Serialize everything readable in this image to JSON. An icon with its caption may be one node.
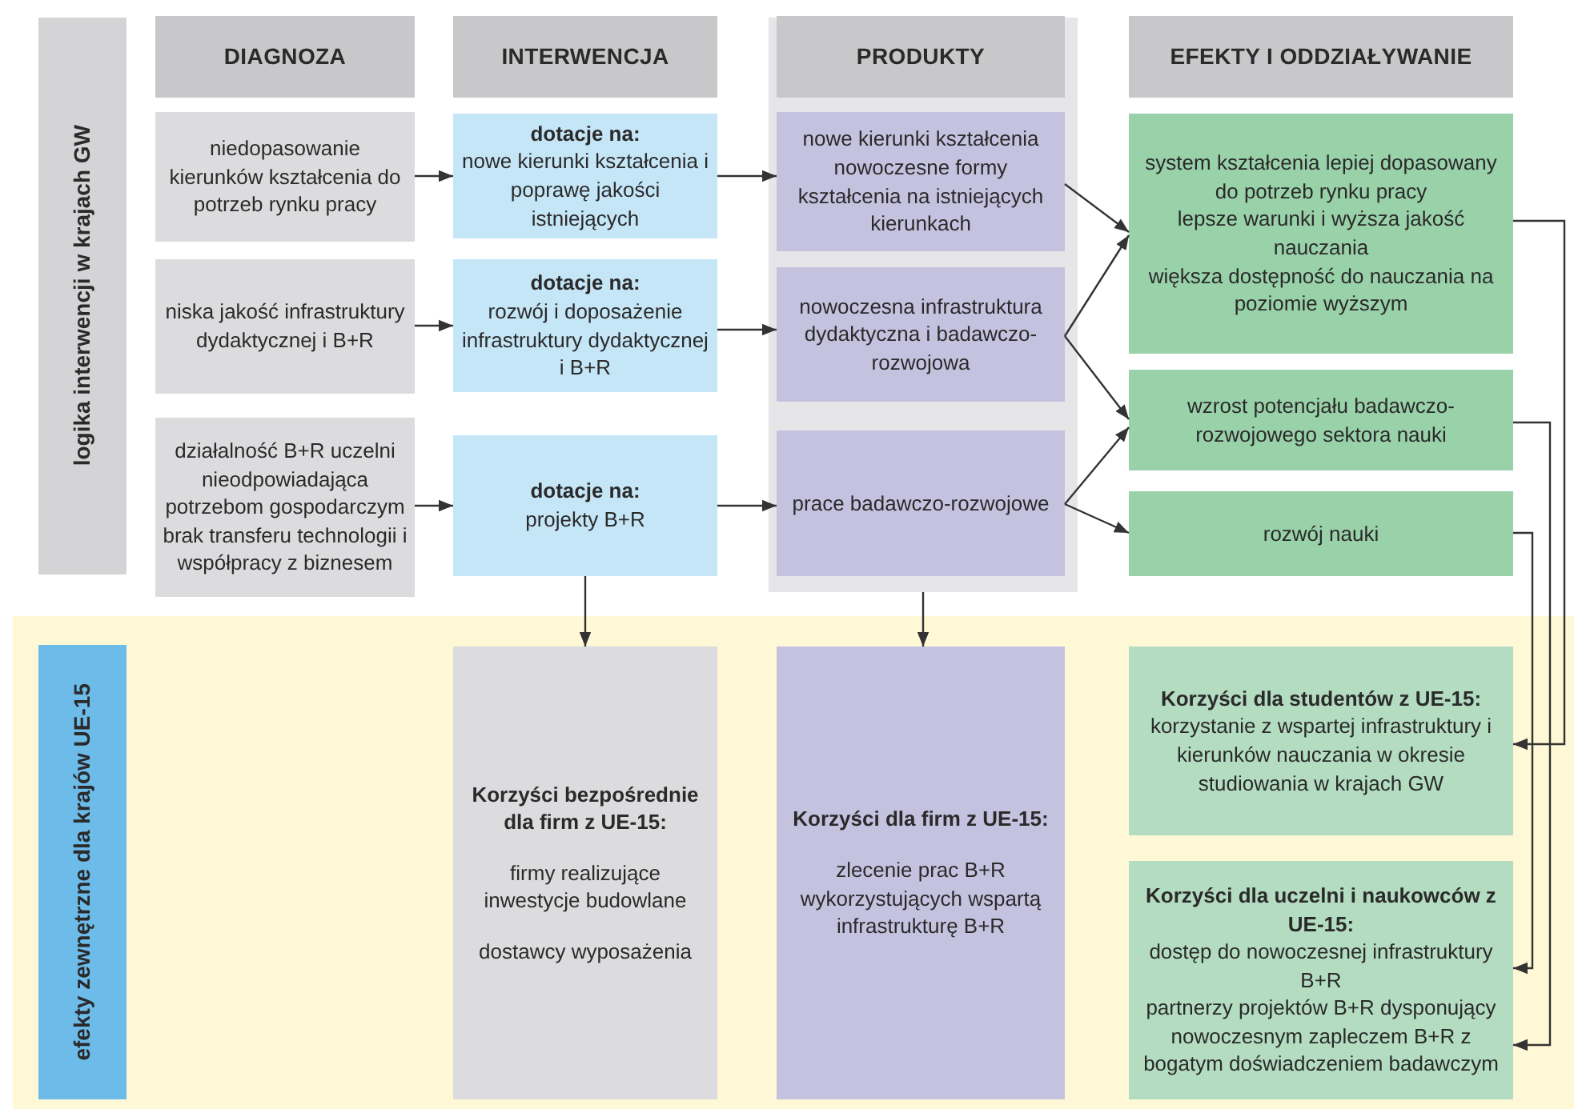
{
  "diagram": {
    "nodes": [
      {
        "text": [
          "logika interwencji w krajach GW"
        ]
      },
      {
        "text": [
          "DIAGNOZA"
        ]
      },
      {
        "text": [
          "INTERWENCJA"
        ]
      },
      {
        "text": [],
        "shape": "box"
      },
      {
        "text": [
          "PRODUKTY"
        ],
        "in": 3
      },
      {
        "text": [
          "EFEKTY I ODDZIAŁYWANIE"
        ]
      },
      {
        "text": [
          "niedopasowanie kierunków kształcenia do potrzeb rynku pracy"
        ]
      },
      {
        "text": [
          "dotacje na:",
          "nowe kierunki kształcenia i poprawę jakości istniejących"
        ]
      },
      {
        "text": [
          "nowe kierunki kształcenia",
          "nowoczesne formy kształcenia na istniejących kierunkach"
        ],
        "in": 3
      },
      {
        "text": [
          "system kształcenia lepiej dopasowany do potrzeb rynku pracy",
          "lepsze warunki i wyższa jakość nauczania",
          "większa dostępność do nauczania na poziomie wyższym"
        ]
      },
      {
        "text": [
          "niska jakość infrastruktury dydaktycznej i B+R"
        ]
      },
      {
        "text": [
          "dotacje na:",
          "rozwój i doposażenie infrastruktury dydaktycznej i B+R"
        ]
      },
      {
        "text": [
          "nowoczesna infrastruktura dydaktyczna i badawczo-rozwojowa"
        ],
        "in": 3
      },
      {
        "text": [
          "wzrost potencjału badawczo-rozwojowego sektora nauki"
        ]
      },
      {
        "text": [
          "działalność B+R uczelni nieodpowiadająca potrzebom gospodarczym",
          "brak transferu technologii i współpracy z biznesem"
        ]
      },
      {
        "text": [
          "dotacje na:",
          "projekty B+R"
        ]
      },
      {
        "text": [
          "prace badawczo-rozwojowe"
        ],
        "in": 3
      },
      {
        "text": [
          "rozwój nauki"
        ]
      },
      {
        "text": [
          "efekty zewnętrzne dla krajów UE-15"
        ]
      },
      {
        "text": [
          "Korzyści bezpośrednie dla firm z UE-15:",
          "firmy realizujące inwestycje budowlane",
          "dostawcy wyposażenia"
        ]
      },
      {
        "text": [
          "Korzyści dla firm z UE-15:",
          "zlecenie prac B+R wykorzystujących wspartą infrastrukturę B+R"
        ]
      },
      {
        "text": [
          "Korzyści dla studentów z UE-15:",
          "korzystanie z wspartej infrastruktury i kierunków nauczania w okresie studiowania w krajach GW"
        ]
      },
      {
        "text": [
          "Korzyści dla uczelni i naukowców z UE-15:",
          "dostęp do nowoczesnej infrastruktury B+R",
          "partnerzy projektów B+R dysponujący nowoczesnym zapleczem B+R z bogatym doświadczeniem badawczym"
        ]
      }
    ],
    "edges": [
      {
        "from": 6,
        "to": 7,
        "arrow": "to"
      },
      {
        "from": 7,
        "to": 8,
        "arrow": "to"
      },
      {
        "from": 10,
        "to": 11,
        "arrow": "to"
      },
      {
        "from": 11,
        "to": 12,
        "arrow": "to"
      },
      {
        "from": 14,
        "to": 15,
        "arrow": "to"
      },
      {
        "from": 15,
        "to": 16,
        "arrow": "to"
      },
      {
        "from": 8,
        "to": 9,
        "arrow": "to"
      },
      {
        "from": 12,
        "to": 9,
        "arrow": "to"
      },
      {
        "from": 12,
        "to": 13,
        "arrow": "to"
      },
      {
        "from": 16,
        "to": 13,
        "arrow": "to"
      },
      {
        "from": 16,
        "to": 17,
        "arrow": "to"
      },
      {
        "from": 15,
        "to": 19,
        "arrow": "to"
      },
      {
        "from": 3,
        "to": 20,
        "arrow": "to"
      },
      {
        "from": 9,
        "to": 21,
        "arrow": "to"
      },
      {
        "from": 13,
        "to": 22,
        "arrow": "to"
      },
      {
        "from": 17,
        "to": 22,
        "arrow": "to"
      }
    ]
  }
}
